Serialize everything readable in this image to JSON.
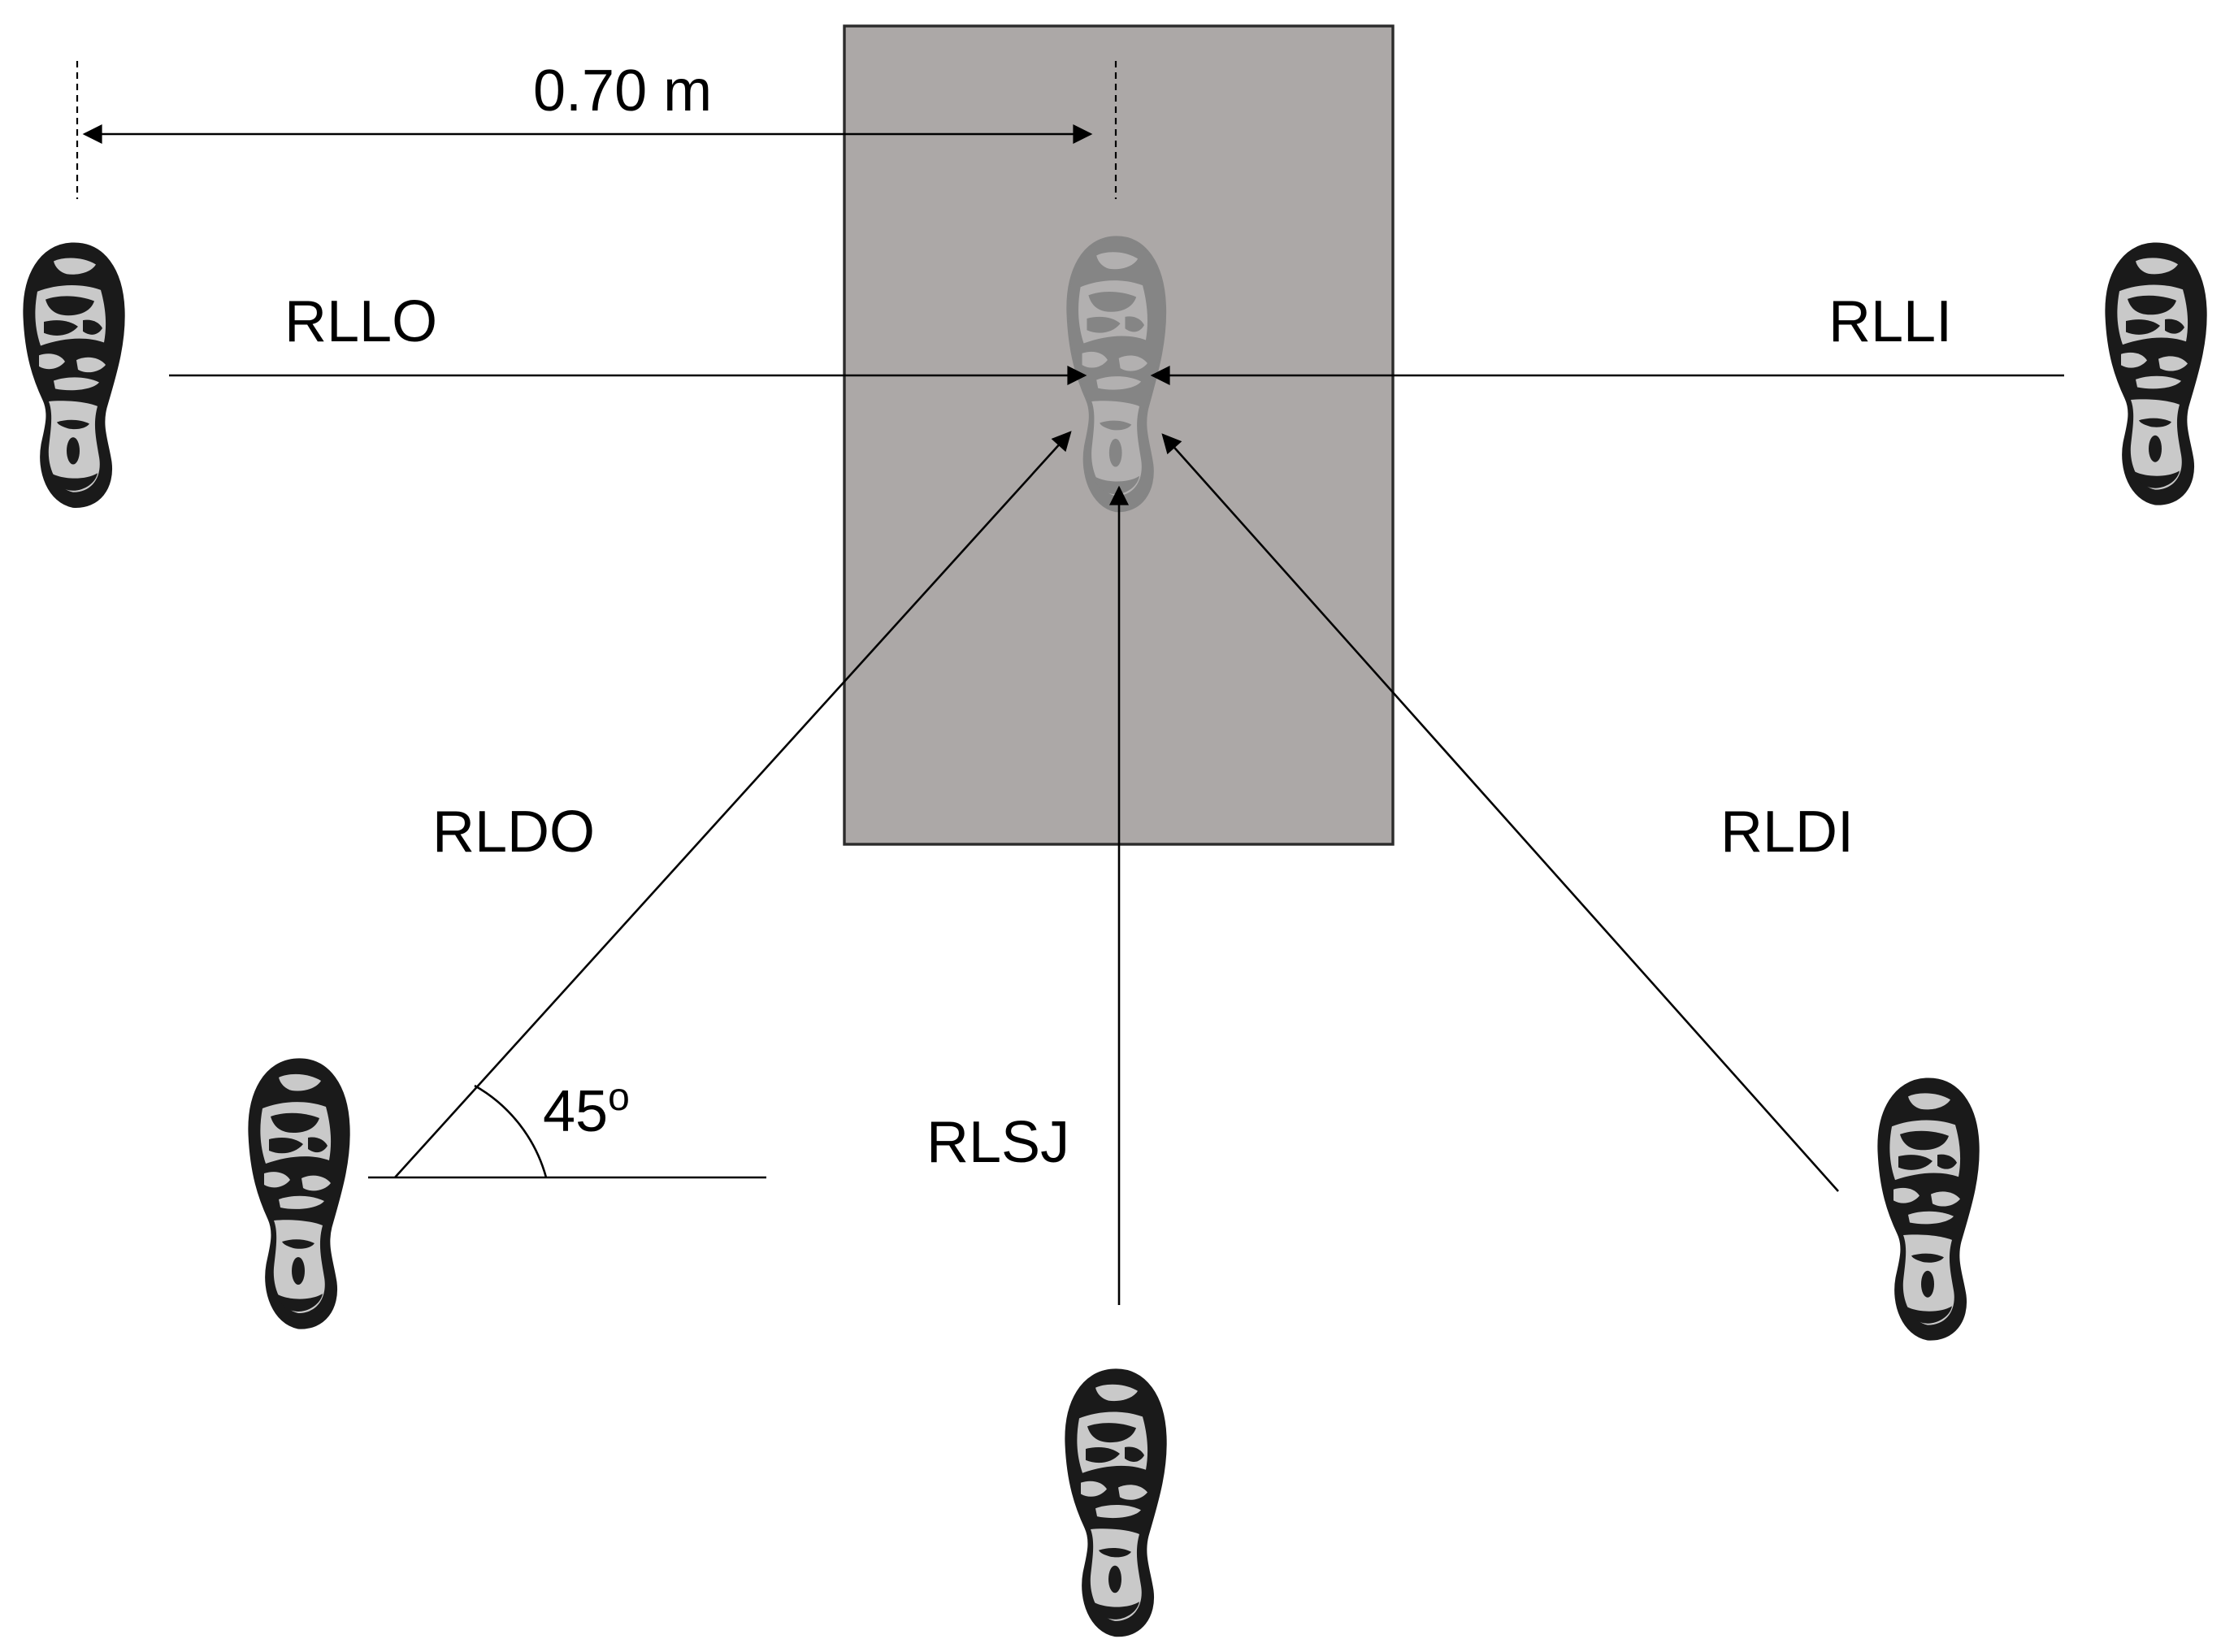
{
  "labels": {
    "distance": "0.70 m",
    "rllo": "RLLO",
    "rlli": "RLLI",
    "rldo": "RLDO",
    "rldi": "RLDI",
    "rlsj": "RLSJ",
    "angle_value": "45",
    "angle_sup": "o"
  },
  "colors": {
    "force_plate_fill": "#aca8a7",
    "force_plate_stroke": "#2b2b2b",
    "shoe_dark": "#1a1a1a",
    "shoe_light": "#c9c9c9",
    "landing_shoe_dark": "#858585",
    "landing_shoe_light": "#b2b0b0"
  },
  "icons": {
    "footprint": "shoe-sole-icon",
    "landing_footprint": "landing-footprint-icon",
    "arrow": "arrowhead"
  }
}
